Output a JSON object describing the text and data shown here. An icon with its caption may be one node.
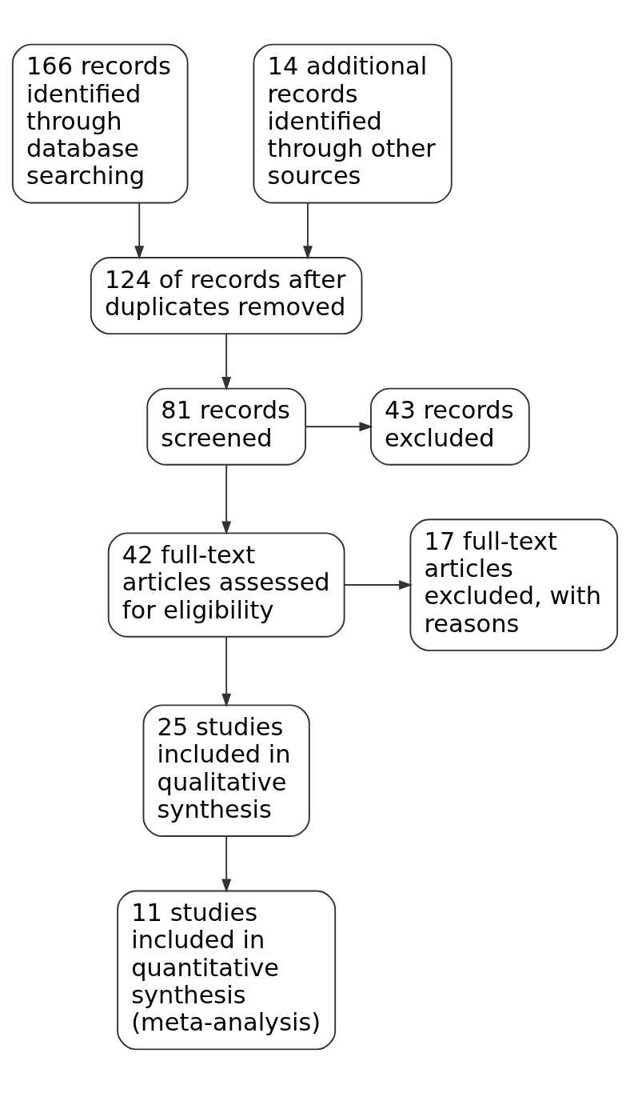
{
  "diagram": {
    "nodes": [
      {
        "text": [
          "166 records identified through database searching"
        ]
      },
      {
        "text": [
          "14 additional records identified through other sources"
        ]
      },
      {
        "text": [
          "124 of records after duplicates removed"
        ]
      },
      {
        "text": [
          "81 records screened"
        ]
      },
      {
        "text": [
          "43 records excluded"
        ]
      },
      {
        "text": [
          "42 full-text articles assessed for eligibility"
        ]
      },
      {
        "text": [
          "17 full-text articles excluded, with reasons"
        ]
      },
      {
        "text": [
          "25 studies included in qualitative synthesis"
        ]
      },
      {
        "text": [
          "11 studies included in quantitative synthesis (meta-analysis)"
        ]
      }
    ],
    "edges": [
      {
        "from": 0,
        "to": 2,
        "arrow": "to"
      },
      {
        "from": 1,
        "to": 2,
        "arrow": "to"
      },
      {
        "from": 2,
        "to": 3,
        "arrow": "to"
      },
      {
        "from": 3,
        "to": 4,
        "arrow": "to"
      },
      {
        "from": 3,
        "to": 5,
        "arrow": "to"
      },
      {
        "from": 5,
        "to": 6,
        "arrow": "to"
      },
      {
        "from": 5,
        "to": 7,
        "arrow": "to"
      },
      {
        "from": 7,
        "to": 8,
        "arrow": "to"
      }
    ]
  }
}
